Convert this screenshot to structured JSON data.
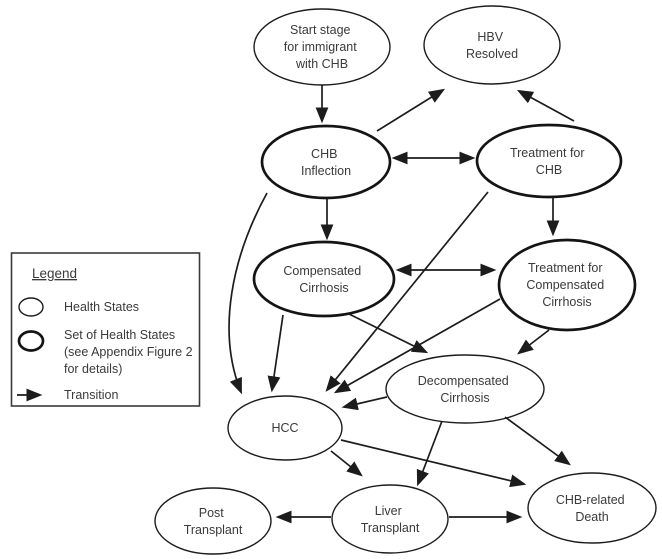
{
  "nodes": {
    "start": {
      "lines": [
        "Start stage",
        "for immigrant",
        "with CHB"
      ],
      "type": "health-state"
    },
    "hbv": {
      "lines": [
        "HBV",
        "Resolved"
      ],
      "type": "health-state"
    },
    "chb": {
      "lines": [
        "CHB",
        "Inflection"
      ],
      "type": "set-of-health-states"
    },
    "tx_chb": {
      "lines": [
        "Treatment for",
        "CHB"
      ],
      "type": "set-of-health-states"
    },
    "comp": {
      "lines": [
        "Compensated",
        "Cirrhosis"
      ],
      "type": "set-of-health-states"
    },
    "tx_comp": {
      "lines": [
        "Treatment for",
        "Compensated",
        "Cirrhosis"
      ],
      "type": "set-of-health-states"
    },
    "decomp": {
      "lines": [
        "Decompensated",
        "Cirrhosis"
      ],
      "type": "health-state"
    },
    "hcc": {
      "lines": [
        "HCC"
      ],
      "type": "health-state"
    },
    "post": {
      "lines": [
        "Post",
        "Transplant"
      ],
      "type": "health-state"
    },
    "liver": {
      "lines": [
        "Liver",
        "Transplant"
      ],
      "type": "health-state"
    },
    "death": {
      "lines": [
        "CHB-related",
        "Death"
      ],
      "type": "health-state"
    }
  },
  "legend": {
    "title": "Legend",
    "items": [
      {
        "symbol": "thin-ellipse",
        "label": "Health States"
      },
      {
        "symbol": "bold-ellipse",
        "label_lines": [
          "Set of Health States",
          "(see Appendix Figure 2",
          "for details)"
        ]
      },
      {
        "symbol": "arrow",
        "label": "Transition"
      }
    ]
  },
  "transitions": [
    {
      "from": "start",
      "to": "chb",
      "bidirectional": false
    },
    {
      "from": "chb",
      "to": "hbv",
      "bidirectional": false
    },
    {
      "from": "tx_chb",
      "to": "hbv",
      "bidirectional": false
    },
    {
      "from": "chb",
      "to": "tx_chb",
      "bidirectional": true
    },
    {
      "from": "chb",
      "to": "comp",
      "bidirectional": false
    },
    {
      "from": "tx_chb",
      "to": "tx_comp",
      "bidirectional": false
    },
    {
      "from": "comp",
      "to": "tx_comp",
      "bidirectional": true
    },
    {
      "from": "chb",
      "to": "hcc",
      "bidirectional": false
    },
    {
      "from": "comp",
      "to": "hcc",
      "bidirectional": false
    },
    {
      "from": "tx_chb",
      "to": "hcc",
      "bidirectional": false
    },
    {
      "from": "tx_comp",
      "to": "hcc",
      "bidirectional": false
    },
    {
      "from": "comp",
      "to": "decomp",
      "bidirectional": false
    },
    {
      "from": "tx_comp",
      "to": "decomp",
      "bidirectional": false
    },
    {
      "from": "decomp",
      "to": "hcc",
      "bidirectional": false
    },
    {
      "from": "decomp",
      "to": "liver",
      "bidirectional": false
    },
    {
      "from": "decomp",
      "to": "death",
      "bidirectional": false
    },
    {
      "from": "hcc",
      "to": "liver",
      "bidirectional": false
    },
    {
      "from": "hcc",
      "to": "death",
      "bidirectional": false
    },
    {
      "from": "liver",
      "to": "post",
      "bidirectional": false
    },
    {
      "from": "liver",
      "to": "death",
      "bidirectional": false
    }
  ],
  "colors": {
    "stroke": "#1c1c1c",
    "text": "#3a3a3a",
    "background": "#ffffff"
  }
}
